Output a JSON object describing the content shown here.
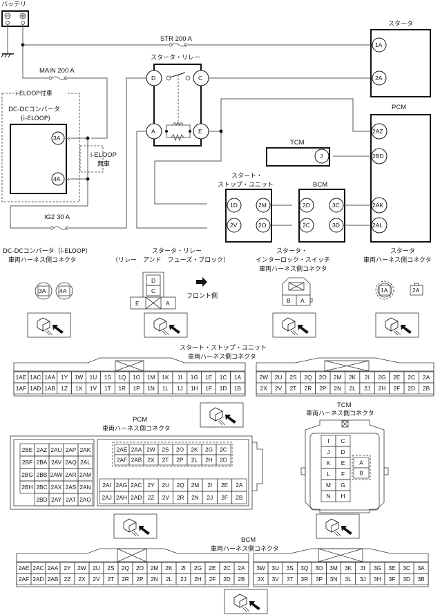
{
  "schematic": {
    "battery": {
      "label": "バッテリ",
      "neg": "⊖",
      "pos": "⊕"
    },
    "fuses": {
      "str": "STR 200 A",
      "main": "MAIN 200 A",
      "ig2": "IG2 30 A"
    },
    "starter_relay": {
      "label": "スタータ・リレー",
      "pins": [
        "D",
        "C",
        "A",
        "E"
      ]
    },
    "starter": {
      "label": "スタータ",
      "pins": [
        "1A",
        "2A"
      ]
    },
    "pcm": {
      "label": "PCM",
      "pins": [
        "2AZ",
        "2BD",
        "2AK",
        "2AL"
      ]
    },
    "tcm": {
      "label": "TCM",
      "pins": [
        "J"
      ]
    },
    "bcm": {
      "label": "BCM",
      "pins": [
        "2D",
        "3C",
        "2C",
        "3D"
      ]
    },
    "ssu": {
      "label_line1": "スタート・",
      "label_line2": "ストップ・ユニット",
      "pins": [
        "1D",
        "2M",
        "2V",
        "2O"
      ]
    },
    "dcdc": {
      "option_label": "i-ELOOP付車",
      "label_line1": "DC-DCコンバータ",
      "label_line2": "(i-ELOOP)",
      "pins": [
        "3A",
        "4A"
      ]
    },
    "no_ieloop": {
      "line1": "i-ELOOP",
      "line2": "無車"
    }
  },
  "connectors": {
    "dcdc": {
      "title1": "DC-DCコンバータ（i-ELOOP）",
      "title2": "車両ハーネス側コネクタ",
      "pins": [
        "3A",
        "4A"
      ]
    },
    "relay": {
      "title1": "スタータ・リレー",
      "title2": "（リレー　アンド　フューズ・ブロック）",
      "pins": [
        "D",
        "C",
        "E",
        "A"
      ],
      "front_label": "フロント側"
    },
    "interlock": {
      "title1": "スタータ・",
      "title2": "インターロック・スイッチ",
      "title3": "車両ハーネス側コネクタ",
      "pins": [
        "B",
        "A"
      ]
    },
    "starter": {
      "title1": "スタータ",
      "title2": "車両ハーネス側コネクタ",
      "pins": [
        "1A",
        "2A"
      ]
    },
    "ssu": {
      "title1": "スタート・ストップ・ユニット",
      "title2": "車両ハーネス側コネクタ",
      "block1": [
        [
          "1AE",
          "1AC",
          "1AA",
          "1Y",
          "1W",
          "1U",
          "1S",
          "1Q",
          "1O",
          "1M",
          "1K",
          "1I",
          "1G",
          "1E",
          "1C",
          "1A"
        ],
        [
          "1AF",
          "1AD",
          "1AB",
          "1Z",
          "1X",
          "1V",
          "1T",
          "1R",
          "1P",
          "1N",
          "1L",
          "1J",
          "1H",
          "1F",
          "1D",
          "1B"
        ]
      ],
      "block2": [
        [
          "2W",
          "2U",
          "2S",
          "2Q",
          "2O",
          "2M",
          "2K",
          "2I",
          "2G",
          "2E",
          "2C",
          "2A"
        ],
        [
          "2X",
          "2V",
          "2T",
          "2R",
          "2P",
          "2N",
          "2L",
          "2J",
          "2H",
          "2F",
          "2D",
          "2B"
        ]
      ]
    },
    "pcm": {
      "title1": "PCM",
      "title2": "車両ハーネス側コネクタ",
      "left": [
        [
          "2BE",
          "2AZ",
          "2AU",
          "2AP",
          "2AK"
        ],
        [
          "2BF",
          "2BA",
          "2AV",
          "2AQ",
          "2AL"
        ],
        [
          "2BG",
          "2BB",
          "2AW",
          "2AR",
          "2AM"
        ],
        [
          "2BH",
          "2BC",
          "2AX",
          "2AS",
          "2AN"
        ],
        [
          "",
          "2BD",
          "2AY",
          "2AT",
          "2AO"
        ]
      ],
      "top": [
        [
          "2AE",
          "2AA",
          "2W",
          "2S",
          "2O",
          "2K",
          "2G",
          "2C"
        ],
        [
          "2AF",
          "2AB",
          "2X",
          "2T",
          "2P",
          "2L",
          "2H",
          "2D"
        ]
      ],
      "bottom": [
        [
          "2AI",
          "2AG",
          "2AC",
          "2Y",
          "2U",
          "2Q",
          "2M",
          "2I",
          "2E",
          "2A"
        ],
        [
          "2AJ",
          "2AH",
          "2AD",
          "2Z",
          "2V",
          "2R",
          "2N",
          "2J",
          "2F",
          "2B"
        ]
      ]
    },
    "tcm": {
      "title1": "TCM",
      "title2": "車両ハーネス側コネクタ",
      "grid": [
        [
          "I",
          "C"
        ],
        [
          "J",
          "D"
        ],
        [
          "K",
          "E"
        ],
        [
          "L",
          "F"
        ],
        [
          "M",
          "G"
        ],
        [
          "N",
          "H"
        ]
      ],
      "side": [
        "A",
        "B"
      ]
    },
    "bcm": {
      "title1": "BCM",
      "title2": "車両ハーネス側コネクタ",
      "block1": [
        [
          "2AE",
          "2AC",
          "2AA",
          "2Y",
          "2W",
          "2U",
          "2S",
          "2Q",
          "2O",
          "2M",
          "2K",
          "2I",
          "2G",
          "2E",
          "2C",
          "2A"
        ],
        [
          "2AF",
          "2AD",
          "2AB",
          "2Z",
          "2X",
          "2V",
          "2T",
          "2R",
          "2P",
          "2N",
          "2L",
          "2J",
          "2H",
          "2F",
          "2D",
          "2B"
        ]
      ],
      "block2": [
        [
          "3W",
          "3U",
          "3S",
          "3Q",
          "3O",
          "3M",
          "3K",
          "3I",
          "3G",
          "3E",
          "3C",
          "3A"
        ],
        [
          "3X",
          "3V",
          "3T",
          "3R",
          "3P",
          "3N",
          "3L",
          "3J",
          "3H",
          "3F",
          "3D",
          "3B"
        ]
      ]
    }
  }
}
